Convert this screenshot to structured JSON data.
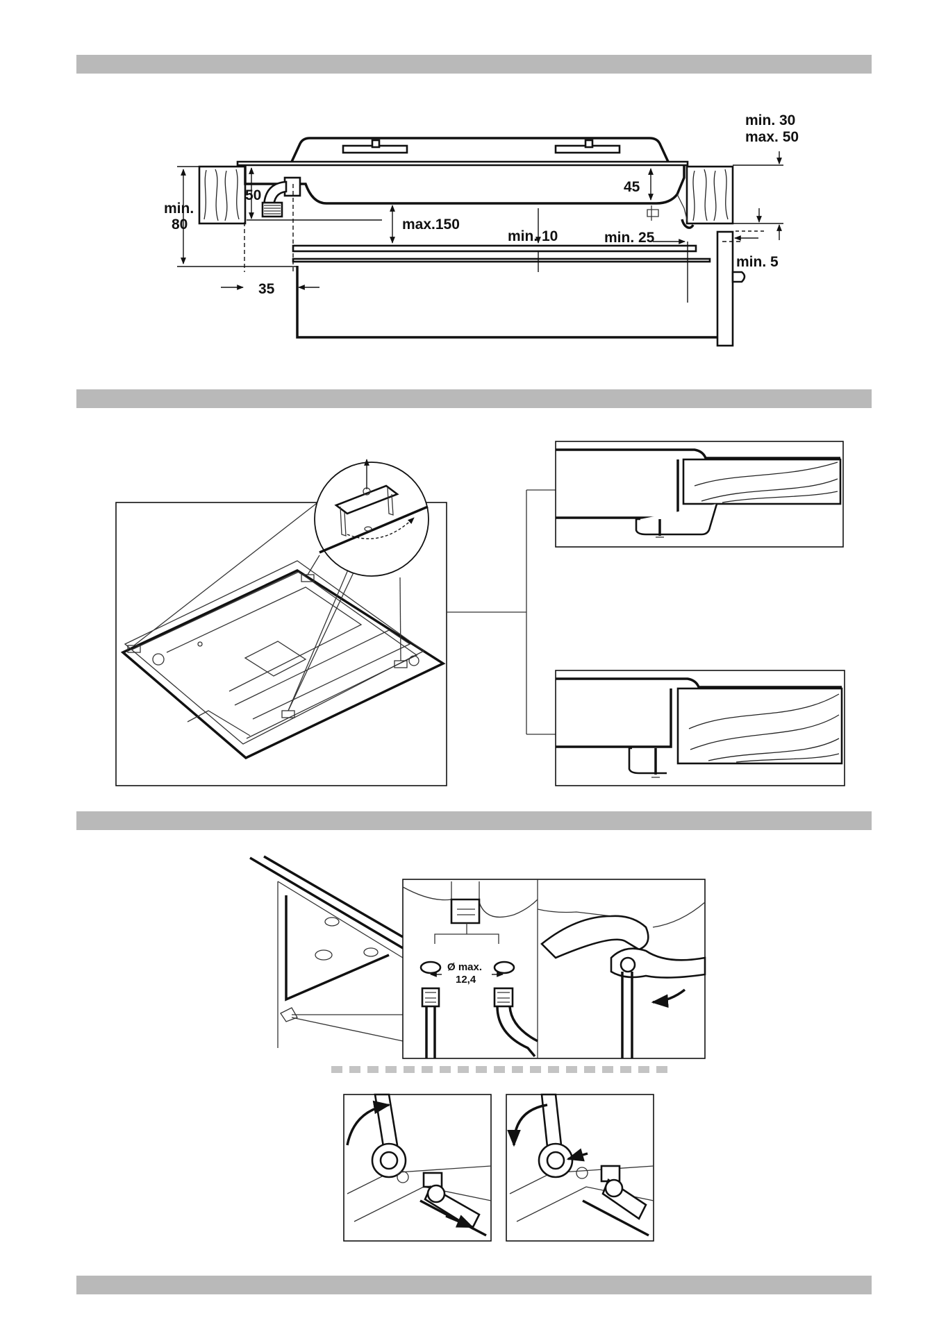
{
  "section1": {
    "labels": {
      "min30": "min. 30",
      "max50": "max. 50",
      "min": "min.",
      "v80": "80",
      "v50": "50",
      "v45": "45",
      "max150": "max.150",
      "min10": "min. 10",
      "min25": "min. 25",
      "min5": "min. 5",
      "v35": "35"
    }
  },
  "section3": {
    "diameter_label": "Ø max.",
    "diameter_value": "12,4"
  },
  "colors": {
    "section_bar": "#b9b9b9",
    "dash_bar": "#c4c4c4",
    "line": "#111111"
  }
}
